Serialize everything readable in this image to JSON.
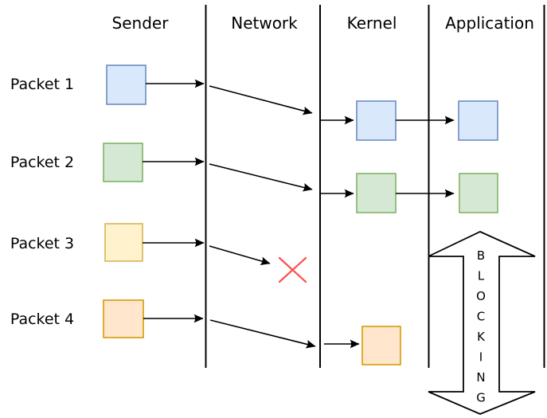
{
  "columns": [
    {
      "label": "Sender"
    },
    {
      "label": "Network"
    },
    {
      "label": "Kernel"
    },
    {
      "label": "Application"
    }
  ],
  "packets": [
    {
      "label": "Packet 1",
      "fill": "#dae8fc",
      "stroke": "#6c8ebf"
    },
    {
      "label": "Packet 2",
      "fill": "#d5e8d4",
      "stroke": "#82b366"
    },
    {
      "label": "Packet 3",
      "fill": "#fff2cc",
      "stroke": "#d6b656"
    },
    {
      "label": "Packet 4",
      "fill": "#ffe6cc",
      "stroke": "#d79b00"
    }
  ],
  "loss_marker": {
    "symbol": "X",
    "color": "#ff4d4d"
  },
  "blocking": {
    "word": "BLOCKING",
    "letters": [
      "B",
      "L",
      "O",
      "C",
      "K",
      "I",
      "N",
      "G"
    ]
  },
  "line_color": "#000000",
  "background_color": "#ffffff"
}
